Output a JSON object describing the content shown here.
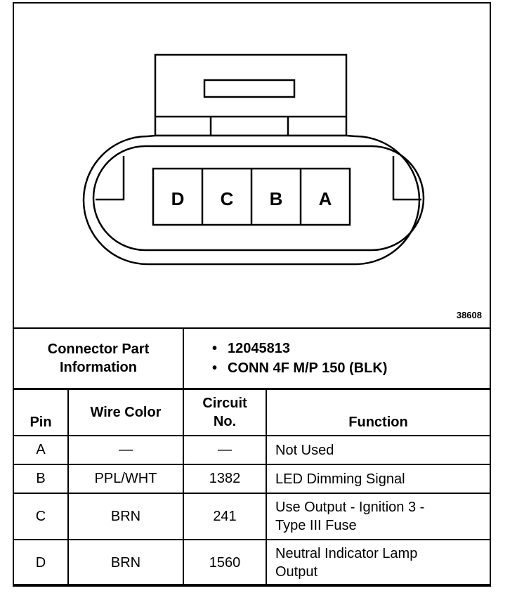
{
  "connector": {
    "cavities": [
      "D",
      "C",
      "B",
      "A"
    ],
    "figure_number": "38608"
  },
  "part_info": {
    "label_line1": "Connector Part",
    "label_line2": "Information",
    "values": [
      "12045813",
      "CONN 4F M/P 150 (BLK)"
    ]
  },
  "pin_table": {
    "headers": {
      "pin": "Pin",
      "wire_color": "Wire Color",
      "circuit_line1": "Circuit",
      "circuit_line2": "No.",
      "function": "Function"
    },
    "rows": [
      {
        "pin": "A",
        "wire_color": "—",
        "circuit": "—",
        "function_line1": "Not Used",
        "function_line2": ""
      },
      {
        "pin": "B",
        "wire_color": "PPL/WHT",
        "circuit": "1382",
        "function_line1": "LED Dimming Signal",
        "function_line2": ""
      },
      {
        "pin": "C",
        "wire_color": "BRN",
        "circuit": "241",
        "function_line1": "Use Output - Ignition 3 -",
        "function_line2": "Type III Fuse"
      },
      {
        "pin": "D",
        "wire_color": "BRN",
        "circuit": "1560",
        "function_line1": "Neutral Indicator Lamp",
        "function_line2": "Output"
      }
    ]
  }
}
